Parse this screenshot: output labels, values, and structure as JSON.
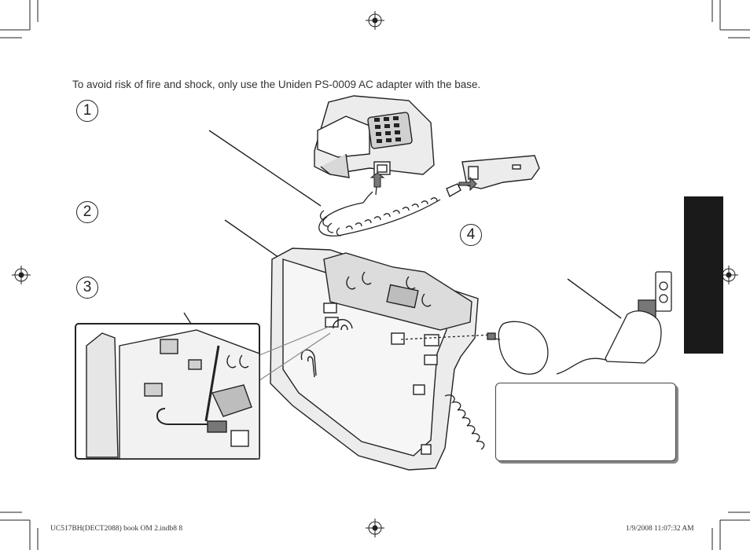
{
  "page": {
    "intro_text": "To avoid risk of fire and shock, only use the Uniden PS-0009 AC adapter with the base."
  },
  "steps": [
    {
      "label": "1"
    },
    {
      "label": "2"
    },
    {
      "label": "3"
    },
    {
      "label": "4"
    }
  ],
  "footer": {
    "file_info": "UC517BH(DECT2088) book OM 2.indb8   8",
    "timestamp": "1/9/2008   11:07:32 AM"
  },
  "colors": {
    "line": "#222222",
    "fill_light": "#ececec",
    "fill_mid": "#d0d0d0",
    "tab": "#1a1a1a"
  },
  "icons": [
    "registration-mark-icon",
    "crop-mark-icon",
    "hand-icon",
    "plug-icon"
  ]
}
